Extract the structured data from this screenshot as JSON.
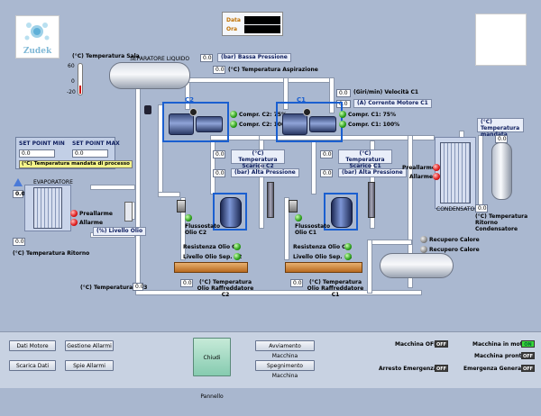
{
  "brand": {
    "name": "Zudek"
  },
  "datetime": {
    "date_label": "Data",
    "time_label": "Ora",
    "date_value": "",
    "time_value": ""
  },
  "suction": {
    "temp_label": "(°C) Temperatura Sala",
    "scale": [
      "60",
      "0",
      "-20"
    ],
    "separator_label": "SEPARATORE LIQUIDO",
    "low_pressure_value": "0.0",
    "low_pressure_label": "(bar) Bassa Pressione",
    "suction_temp_value": "0.0",
    "suction_temp_label": "(°C) Temperatura Aspirazione"
  },
  "motors": {
    "speed_value": "0.0",
    "speed_label": "(Giri/min) Velocità C1",
    "current_value": "0.0",
    "current_label": "(A) Corrente Motore C1",
    "c2_tag": "C2",
    "c1_tag": "C1",
    "c2_75": "Compr. C2: 75%",
    "c2_100": "Compr. C2: 100%",
    "c1_75": "Compr. C1: 75%",
    "c1_100": "Compr. C1: 100%"
  },
  "setpoints": {
    "min_label": "SET POINT MIN",
    "max_label": "SET POINT MAX",
    "min_value": "0.0",
    "max_value": "0.0",
    "process_label": "(°C) Temperatura mandata di processo"
  },
  "evaporator": {
    "label": "EVAPORATORE",
    "value": "0.0",
    "prealarm": "Preallarme",
    "alarm": "Allarme",
    "oil_level": "(%) Livello Olio",
    "return_value": "0.0",
    "return_label": "(°C) Temperatura Ritorno",
    "nh3_label": "(°C) Temperatura NH3",
    "nh3_value": "0.0"
  },
  "c2": {
    "discharge_value": "0.0",
    "discharge_label": "(°C) Temperatura Scarico C2",
    "hp_value": "0.0",
    "hp_label": "(bar) Alta Pressione",
    "flow_label": "Flussostato Olio C2",
    "res_label": "Resistenza Olio C2",
    "level_label": "Livello Olio Sep. C2",
    "oil_temp_value": "0.0",
    "oil_temp_label": "(°C) Temperatura Olio Raffreddatore C2"
  },
  "c1": {
    "discharge_value": "0.0",
    "discharge_label": "(°C) Temperatura Scarico C1",
    "hp_value": "0.0",
    "hp_label": "(bar) Alta Pressione",
    "flow_label": "Flussostato Olio C1",
    "res_label": "Resistenza Olio C1",
    "level_label": "Livello Olio Sep. C1",
    "oil_temp_value": "0.0",
    "oil_temp_label": "(°C) Temperatura Olio Raffreddatore C1"
  },
  "condenser": {
    "label": "CONDENSATORE",
    "delivery_value": "0.0",
    "delivery_label": "(°C) Temperatura mandata",
    "return_value": "0.0",
    "return_label": "(°C) Temperatura Ritorno Condensatore",
    "prealarm": "Preallarme",
    "alarm": "Allarme",
    "heat_rec_1": "Recupero Calore",
    "heat_rec_2": "Recupero Calore"
  },
  "nav": {
    "dati_motore": "Dati Motore",
    "gestione_allarmi": "Gestione Allarmi",
    "scarica_dati": "Scarica Dati",
    "spie_allarmi": "Spie Allarmi",
    "chiudi_pannello": "Chiudi Pannello",
    "avviamento": "Avviamento Macchina",
    "spegnimento": "Spegnimento Macchina"
  },
  "status": {
    "off": "Macchina OFF",
    "off_state": "OFF",
    "in_moto": "Macchina in moto",
    "in_moto_state": "ON",
    "pronta": "Macchina pronta",
    "pronta_state": "OFF",
    "arresto": "Arresto Emergenza",
    "arresto_state": "OFF",
    "emergenza": "Emergenza Generale",
    "emergenza_state": "OFF"
  }
}
